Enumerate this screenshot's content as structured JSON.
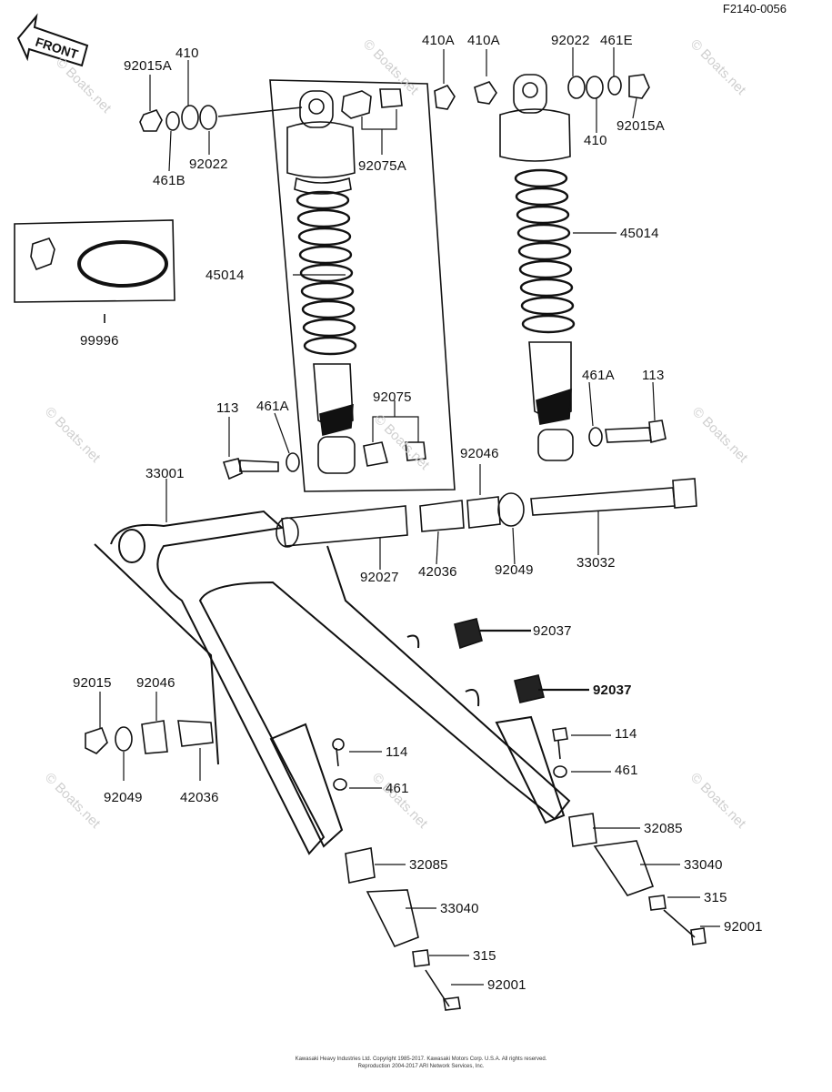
{
  "document_id": "F2140-0056",
  "front_label": "FRONT",
  "watermark": "© Boats.net",
  "part_labels": {
    "p92015A_l": "92015A",
    "p410_l": "410",
    "p461B": "461B",
    "p92022_l": "92022",
    "p410A_1": "410A",
    "p410A_2": "410A",
    "p92022_r": "92022",
    "p461E": "461E",
    "p410_r": "410",
    "p92015A_r": "92015A",
    "p92075A": "92075A",
    "p45014_l": "45014",
    "p45014_r": "45014",
    "p99996": "99996",
    "p92075": "92075",
    "p113_l": "113",
    "p461A_l": "461A",
    "p461A_r": "461A",
    "p113_r": "113",
    "p92046_top": "92046",
    "p33001": "33001",
    "p92027": "92027",
    "p42036_top": "42036",
    "p92049_top": "92049",
    "p33032": "33032",
    "p92037_1": "92037",
    "p92037_2": "92037",
    "p92015": "92015",
    "p92046_l": "92046",
    "p92049_l": "92049",
    "p42036_l": "42036",
    "p114_r": "114",
    "p461_r": "461",
    "p114_l": "114",
    "p461_l": "461",
    "p32085_r": "32085",
    "p33040_r": "33040",
    "p315_r": "315",
    "p92001_r": "92001",
    "p32085_l": "32085",
    "p33040_l": "33040",
    "p315_l": "315",
    "p92001_l": "92001"
  },
  "footer_text": "Kawasaki Heavy Industries Ltd. Copyright 1985-2017. Kawasaki Motors Corp. U.S.A. All rights reserved. Reproduction 2004-2017 ARI Network Services, Inc."
}
